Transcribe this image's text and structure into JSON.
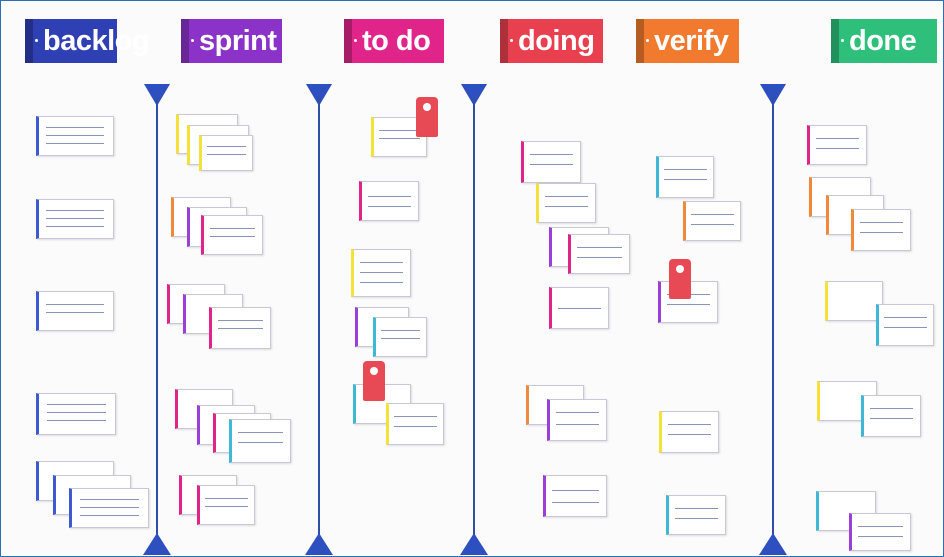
{
  "columns": [
    {
      "label": "backlog",
      "color": "#2f3fb4"
    },
    {
      "label": "sprint",
      "color": "#8b33c9"
    },
    {
      "label": "to do",
      "color": "#e0248a"
    },
    {
      "label": "doing",
      "color": "#e8404e"
    },
    {
      "label": "verify",
      "color": "#f27a2e"
    },
    {
      "label": "done",
      "color": "#2ec07a"
    }
  ],
  "card_colors": {
    "blue": "#3d5ad0",
    "purple": "#9b3fd6",
    "pink": "#e0248a",
    "yellow": "#f4e23a",
    "orange": "#f08a3a",
    "teal": "#3fb8d8",
    "red": "#e84a55"
  }
}
